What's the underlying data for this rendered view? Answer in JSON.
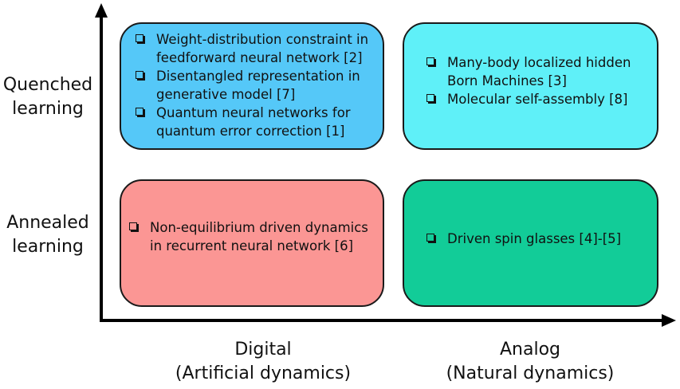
{
  "row_labels": {
    "quenched": [
      "Quenched",
      "learning"
    ],
    "annealed": [
      "Annealed",
      "learning"
    ]
  },
  "col_labels": {
    "digital": [
      "Digital",
      "(Artificial dynamics)"
    ],
    "analog": [
      "Analog",
      "(Natural dynamics)"
    ]
  },
  "boxes": {
    "quenched_digital": {
      "color": "#55c8f8",
      "items": [
        [
          "Weight-distribution constraint in",
          "feedforward neural network [2]"
        ],
        [
          "Disentangled representation in",
          "generative model [7]"
        ],
        [
          "Quantum neural networks for",
          "quantum error correction [1]"
        ]
      ]
    },
    "quenched_analog": {
      "color": "#5ff0f8",
      "items": [
        [
          "Many-body localized hidden",
          "Born Machines [3]"
        ],
        [
          "Molecular self-assembly [8]"
        ]
      ]
    },
    "annealed_digital": {
      "color": "#fb9694",
      "items": [
        [
          "Non-equilibrium driven dynamics",
          "in recurrent neural network [6]"
        ]
      ]
    },
    "annealed_analog": {
      "color": "#12cc98",
      "items": [
        [
          "Driven spin glasses [4]-[5]"
        ]
      ]
    }
  }
}
